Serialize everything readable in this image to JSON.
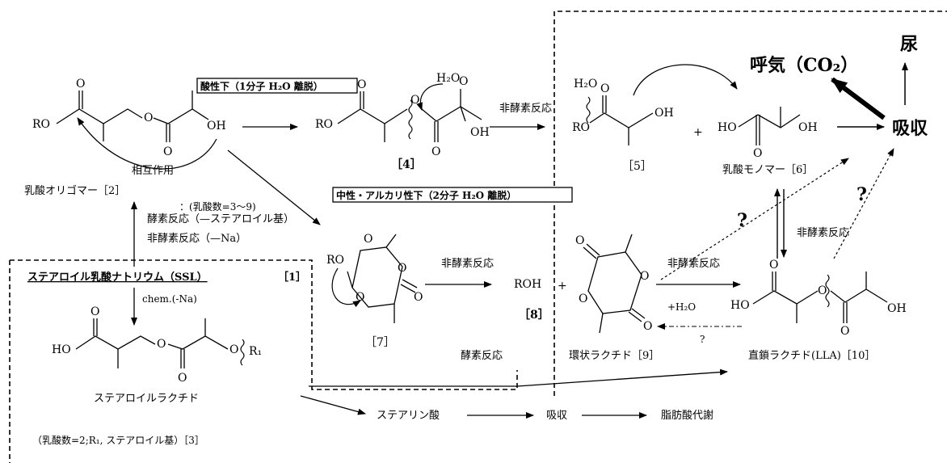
{
  "titles": {
    "acidic": "酸性下（1分子 H₂O 離脱）",
    "neutral": "中性・アルカリ性下（2分子 H₂O 離脱）"
  },
  "outputs": {
    "exhale": "呼気（CO₂）",
    "urine": "尿",
    "absorb": "吸収"
  },
  "compounds": {
    "oligomer": {
      "label": "乳酸オリゴマー［2］",
      "count": "：(乳酸数=3～9)"
    },
    "c4": "［4］",
    "c5": "［5］",
    "c6": "乳酸モノマー［6］",
    "c7": "［7］",
    "c8": "［8］",
    "c9": "環状ラクチド［9］",
    "c10": "直鎖ラクチド(LLA)［10］",
    "ssl": {
      "name": "ステアロイル乳酸ナトリウム（SSL）",
      "num": "［1］"
    },
    "lactide3": {
      "name": "ステアロイルラクチド",
      "note": "（乳酸数=2;R₁, ステアロイル基）［3］"
    }
  },
  "reactions": {
    "interaction": "相互作用",
    "enzyme_stearoyl": "酵素反応（—ステアロイル基）",
    "nonenzyme_na": "非酵素反応（—Na）",
    "nonenzyme": "非酵素反応",
    "enzyme": "酵素反応",
    "chem_na": "chem.(-Na)",
    "plus_h2o": "+H₂O",
    "question": "?",
    "question_big": "?"
  },
  "atoms": {
    "ro": "RO",
    "oh": "OH",
    "o": "O",
    "ho": "HO",
    "h2o": "H₂O",
    "roh": "ROH",
    "plus": "+",
    "r1": "R₁"
  },
  "bottom_flow": {
    "stearic": "ステアリン酸",
    "absorb": "吸収",
    "fatty": "脂肪酸代謝"
  }
}
